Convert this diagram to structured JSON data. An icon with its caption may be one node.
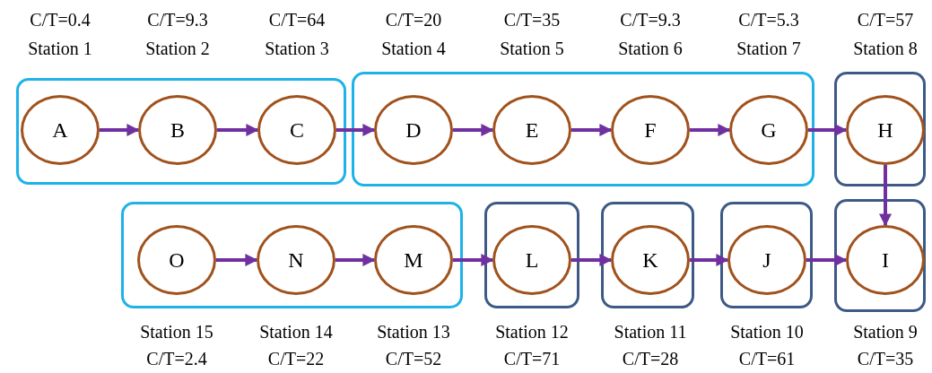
{
  "diagram": {
    "nodes": [
      {
        "text": [],
        "shape": "box"
      },
      {
        "text": [
          "A"
        ],
        "beside": [
          "C/T=0.4",
          "Station 1"
        ],
        "in": 0
      },
      {
        "text": [
          "B"
        ],
        "beside": [
          "C/T=9.3",
          "Station 2"
        ],
        "in": 0
      },
      {
        "text": [
          "C"
        ],
        "beside": [
          "C/T=64",
          "Station 3"
        ],
        "in": 0
      },
      {
        "text": [],
        "shape": "box"
      },
      {
        "text": [
          "D"
        ],
        "beside": [
          "C/T=20",
          "Station 4"
        ],
        "in": 4
      },
      {
        "text": [
          "E"
        ],
        "beside": [
          "C/T=35",
          "Station 5"
        ],
        "in": 4
      },
      {
        "text": [
          "F"
        ],
        "beside": [
          "C/T=9.3",
          "Station 6"
        ],
        "in": 4
      },
      {
        "text": [
          "G"
        ],
        "beside": [
          "C/T=5.3",
          "Station 7"
        ],
        "in": 4
      },
      {
        "text": [],
        "shape": "box"
      },
      {
        "text": [
          "H"
        ],
        "beside": [
          "C/T=57",
          "Station 8"
        ],
        "in": 9
      },
      {
        "text": [],
        "shape": "box"
      },
      {
        "text": [
          "O"
        ],
        "beside": [
          "Station 15",
          "C/T=2.4"
        ],
        "in": 11
      },
      {
        "text": [
          "N"
        ],
        "beside": [
          "Station 14",
          "C/T=22"
        ],
        "in": 11
      },
      {
        "text": [
          "M"
        ],
        "beside": [
          "Station 13",
          "C/T=52"
        ],
        "in": 11
      },
      {
        "text": [],
        "shape": "box"
      },
      {
        "text": [
          "L"
        ],
        "beside": [
          "Station 12",
          "C/T=71"
        ],
        "in": 15
      },
      {
        "text": [],
        "shape": "box"
      },
      {
        "text": [
          "K"
        ],
        "beside": [
          "Station 11",
          "C/T=28"
        ],
        "in": 17
      },
      {
        "text": [],
        "shape": "box"
      },
      {
        "text": [
          "J"
        ],
        "beside": [
          "Station 10",
          "C/T=61"
        ],
        "in": 19
      },
      {
        "text": [],
        "shape": "box"
      },
      {
        "text": [
          "I"
        ],
        "beside": [
          "Station 9",
          "C/T=35"
        ],
        "in": 21
      }
    ],
    "edges": [
      {
        "from": 1,
        "to": 2,
        "arrow": "to"
      },
      {
        "from": 2,
        "to": 3,
        "arrow": "to"
      },
      {
        "from": 3,
        "to": 5,
        "arrow": "to"
      },
      {
        "from": 5,
        "to": 6,
        "arrow": "to"
      },
      {
        "from": 6,
        "to": 7,
        "arrow": "to"
      },
      {
        "from": 7,
        "to": 8,
        "arrow": "to"
      },
      {
        "from": 8,
        "to": 10,
        "arrow": "to"
      },
      {
        "from": 10,
        "to": 22,
        "arrow": "to"
      },
      {
        "from": 20,
        "to": 22,
        "arrow": "to"
      },
      {
        "from": 18,
        "to": 20,
        "arrow": "to"
      },
      {
        "from": 16,
        "to": 18,
        "arrow": "to"
      },
      {
        "from": 14,
        "to": 16,
        "arrow": "to"
      },
      {
        "from": 13,
        "to": 14,
        "arrow": "to"
      },
      {
        "from": 12,
        "to": 13,
        "arrow": "to"
      }
    ]
  }
}
